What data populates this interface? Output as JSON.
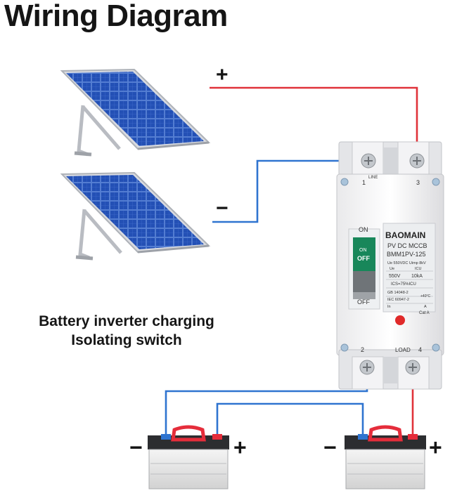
{
  "title": "Wiring Diagram",
  "caption": {
    "line1": "Battery inverter charging",
    "line2": "Isolating switch"
  },
  "signs": {
    "pv_plus": "+",
    "pv_minus": "−",
    "bat1_minus": "−",
    "bat1_plus": "+",
    "bat2_minus": "−",
    "bat2_plus": "+"
  },
  "breaker": {
    "brand": "BAOMAIN",
    "model_line1": "PV DC MCCB",
    "model_line2": "BMM1PV-125",
    "spec_ue": "Ue 550VDC Uimp 8kV",
    "spec_ue_label": "Ue",
    "spec_icu_label": "ICU",
    "spec_voltage": "550V",
    "spec_icu": "10kA",
    "spec_ics": "ICS=75%ICU",
    "std1": "GB 14048-2",
    "std2": "IEC 60947-2",
    "temp": "+40°C",
    "in_label": "In",
    "a_label": "A",
    "cat": "Cat A",
    "on_label": "ON",
    "off_label": "OFF",
    "handle_on": "ON",
    "handle_off": "OFF",
    "term1": "1",
    "term3": "3",
    "term2": "2",
    "term4": "4",
    "line_label": "LINE",
    "load_label": "LOAD"
  },
  "colors": {
    "positive_wire": "#e0323a",
    "negative_wire": "#2f74d0",
    "panel_cell": "#2250b4",
    "battery_cap": "#e52d3b",
    "switch_handle": "#18875a"
  }
}
